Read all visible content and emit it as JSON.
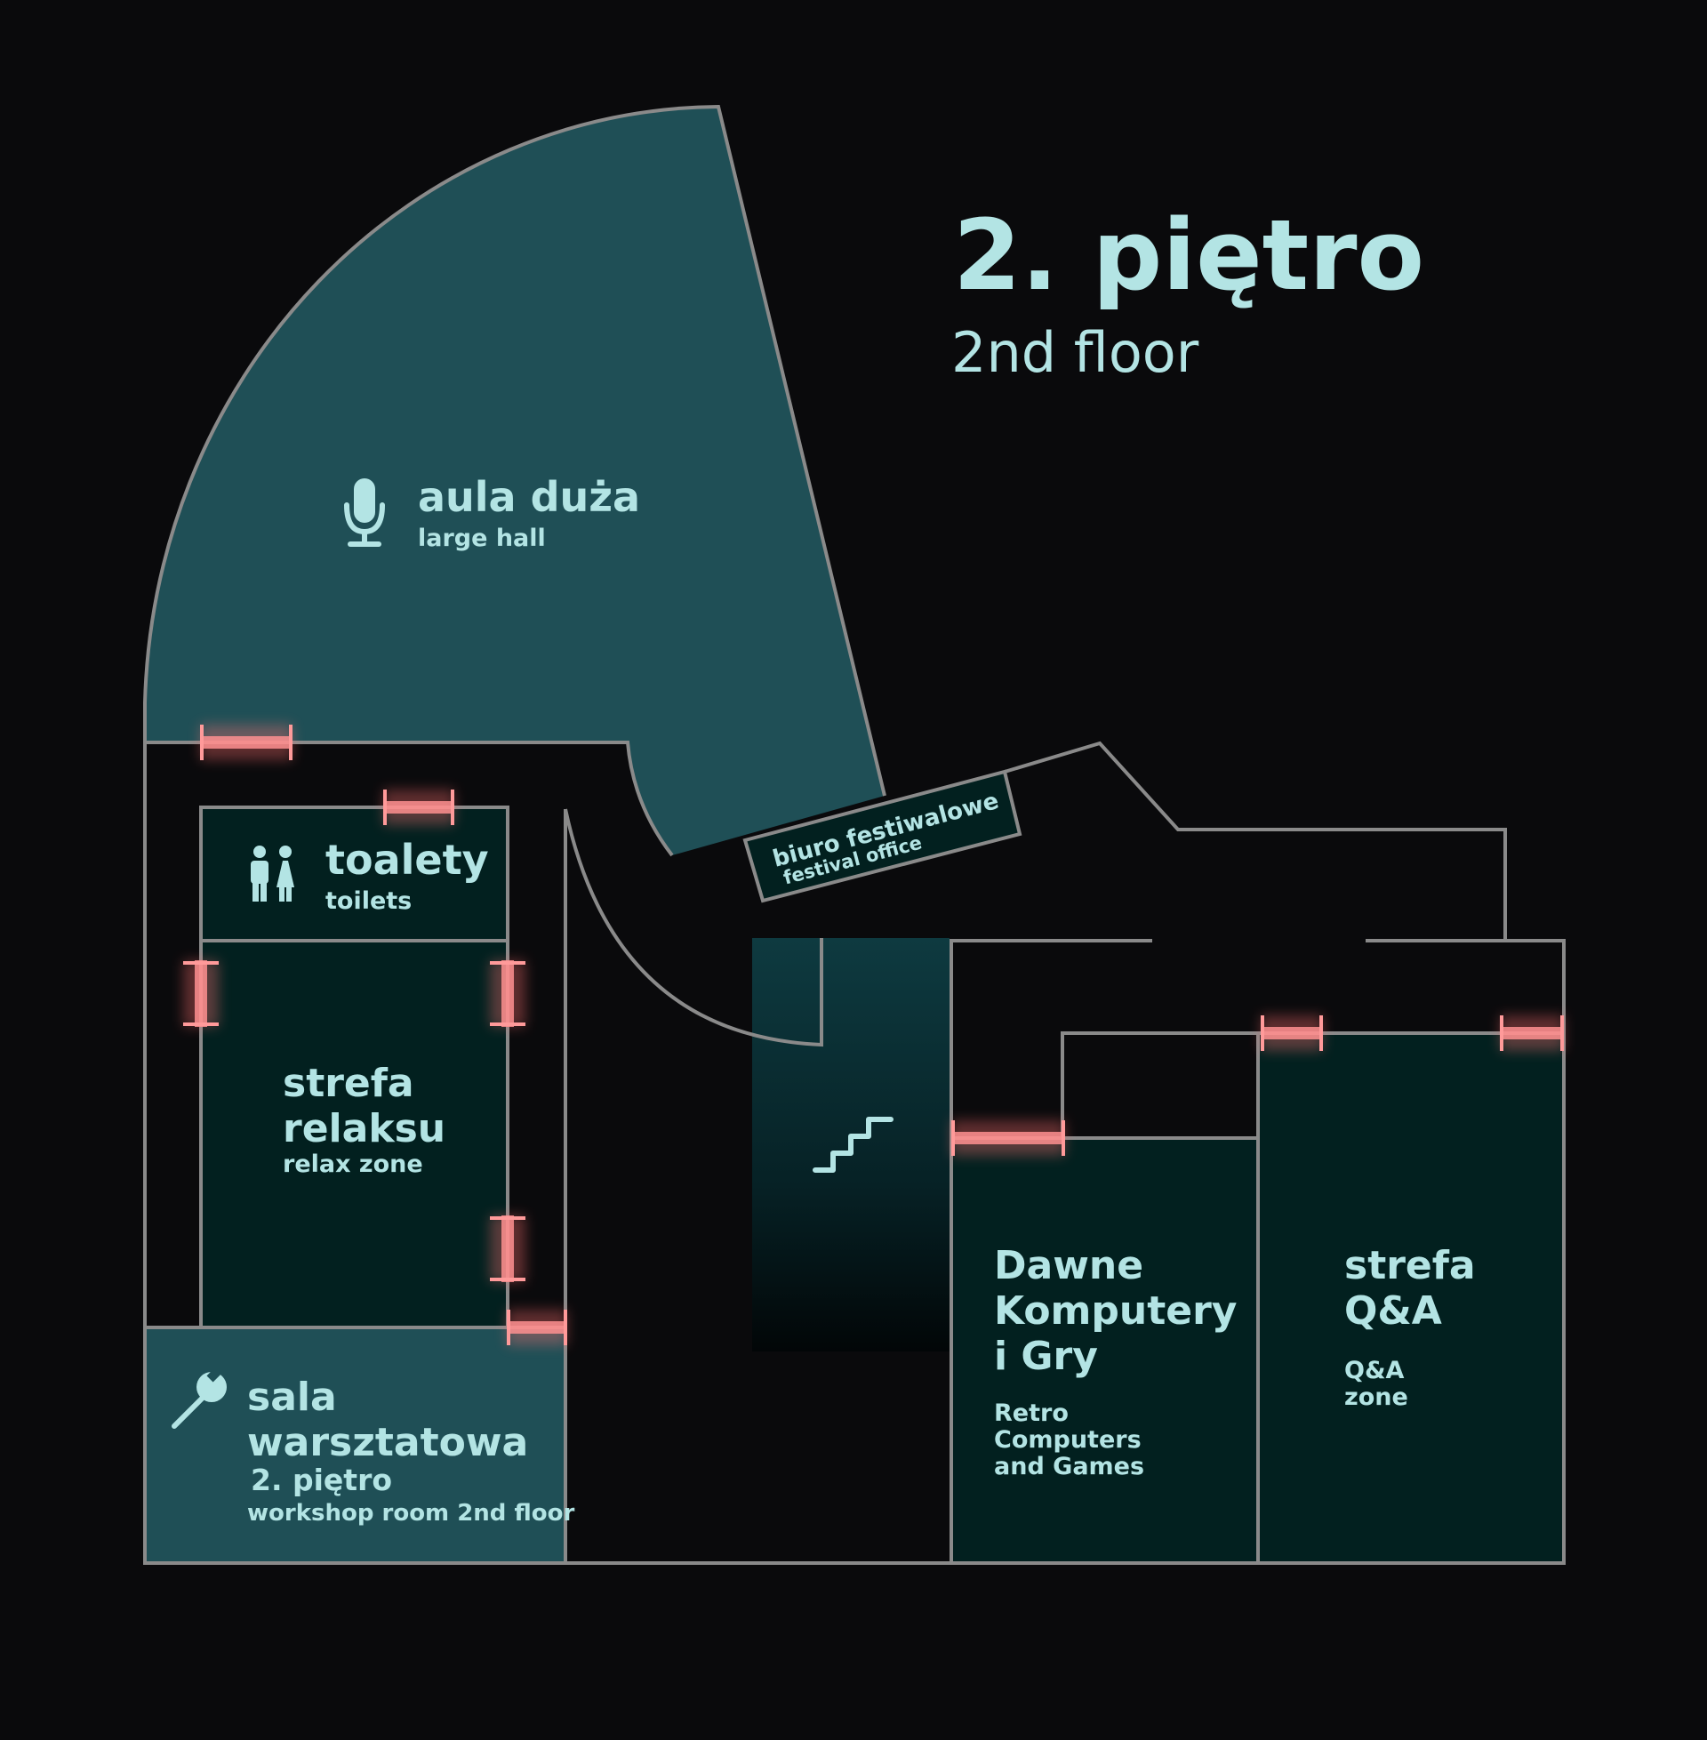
{
  "title": {
    "main": "2. piętro",
    "sub": "2nd floor"
  },
  "colors": {
    "background": "#0a0a0c",
    "room_teal": "#1f4f56",
    "room_dark": "#02201f",
    "wall": "#8a8a8a",
    "text": "#b3e4e4",
    "door": "#ff8080"
  },
  "rooms": {
    "large_hall": {
      "label": "aula duża",
      "sublabel": "large hall",
      "icon": "microphone-icon"
    },
    "office": {
      "label": "biuro festiwalowe",
      "sublabel": "festival office"
    },
    "toilets": {
      "label": "toalety",
      "sublabel": "toilets",
      "icon": "toilets-icon"
    },
    "relax": {
      "label_line1": "strefa",
      "label_line2": "relaksu",
      "sublabel": "relax zone"
    },
    "workshop": {
      "label_line1": "sala",
      "label_line2": "warsztatowa",
      "label_line3": "2. piętro",
      "sublabel": "workshop room 2nd floor",
      "icon": "wrench-icon"
    },
    "retro": {
      "label_line1": "Dawne",
      "label_line2": "Komputery",
      "label_line3": "i Gry",
      "sub_line1": "Retro",
      "sub_line2": "Computers",
      "sub_line3": "and Games"
    },
    "qa": {
      "label_line1": "strefa",
      "label_line2": "Q&A",
      "sub_line1": "Q&A",
      "sub_line2": "zone"
    },
    "stairs": {
      "icon": "stairs-icon"
    }
  }
}
